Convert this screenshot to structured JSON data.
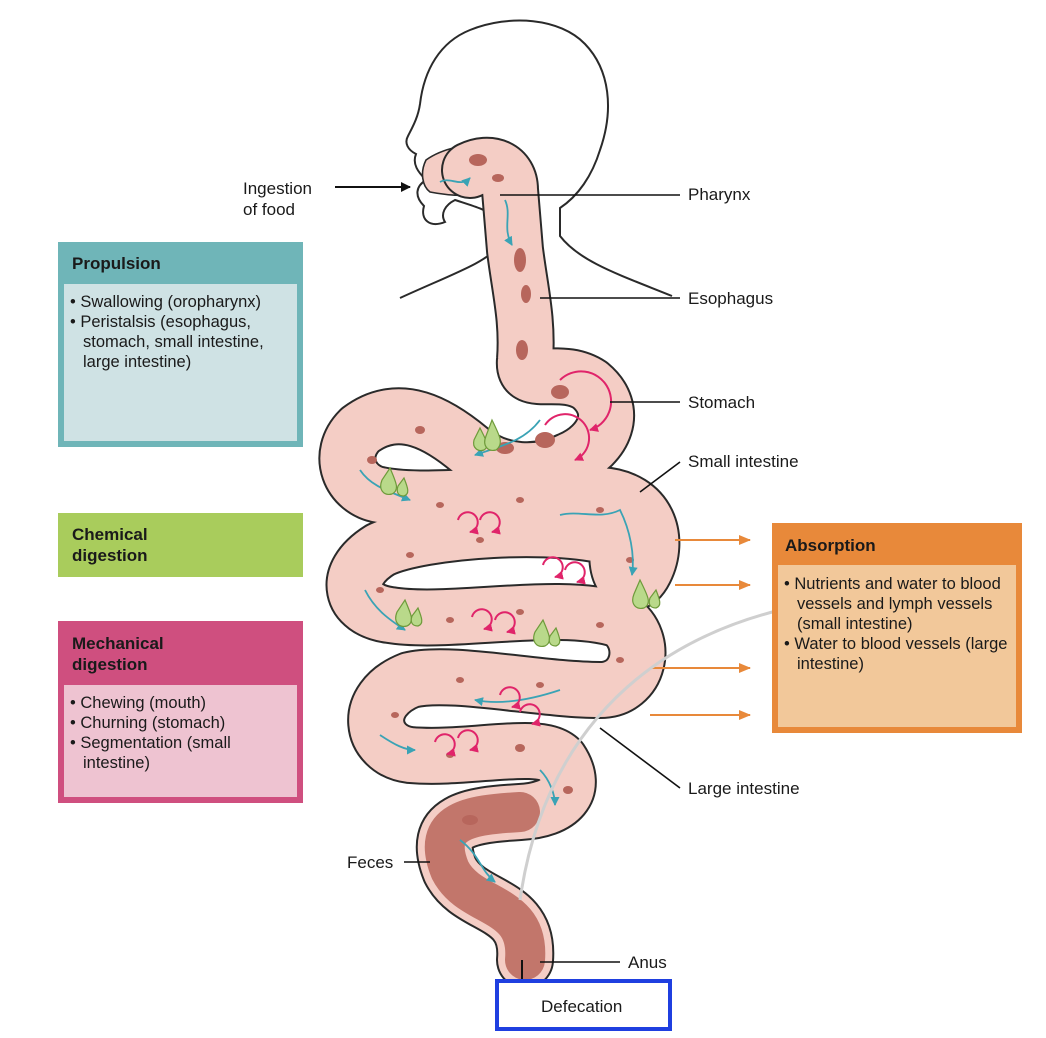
{
  "labels": {
    "ingestion": "Ingestion",
    "of_food": "of food",
    "pharynx": "Pharynx",
    "esophagus": "Esophagus",
    "stomach": "Stomach",
    "small_intestine": "Small intestine",
    "large_intestine": "Large intestine",
    "feces": "Feces",
    "anus": "Anus",
    "defecation": "Defecation"
  },
  "propulsion": {
    "title": "Propulsion",
    "items": [
      "Swallowing (oropharynx)",
      "Peristalsis (esophagus, stomach, small intestine, large intestine)"
    ]
  },
  "chemical": {
    "title_line1": "Chemical",
    "title_line2": "digestion"
  },
  "mechanical": {
    "title_line1": "Mechanical",
    "title_line2": "digestion",
    "items": [
      "Chewing (mouth)",
      "Churning (stomach)",
      "Segmentation (small intestine)"
    ]
  },
  "absorption": {
    "title": "Absorption",
    "items": [
      "Nutrients and water to blood vessels and lymph vessels (small intestine)",
      "Water to blood vessels (large intestine)"
    ]
  },
  "colors": {
    "propulsion_head": "#6fb5b8",
    "propulsion_body": "#cfe2e4",
    "chemical": "#a9cc5c",
    "mechanical_head": "#cf4f7f",
    "mechanical_body": "#eec3d1",
    "absorption_head": "#e8893a",
    "absorption_body": "#f2c89a",
    "tract_fill": "#f4cdc5",
    "tract_outline": "#2a2a2a",
    "highlight": "#1f3fe0"
  }
}
